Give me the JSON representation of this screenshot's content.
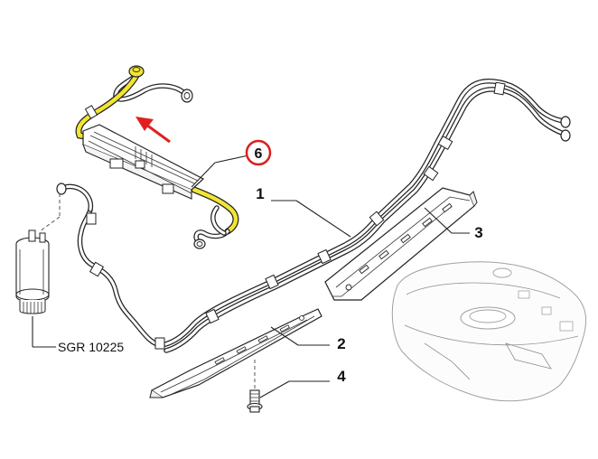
{
  "callouts": {
    "part_1": "1",
    "part_2": "2",
    "part_3": "3",
    "part_4": "4",
    "part_6": "6",
    "pump_ref": "SGR 10225"
  },
  "colors": {
    "highlight_pipe": "#f2e533",
    "callout_circle": "#d92020",
    "arrow": "#e02020",
    "line": "#222222"
  },
  "icons": {
    "pointer_arrow": "arrow-icon",
    "fuel_pump": "fuel-pump-icon",
    "fuel_tank": "fuel-tank-icon"
  }
}
